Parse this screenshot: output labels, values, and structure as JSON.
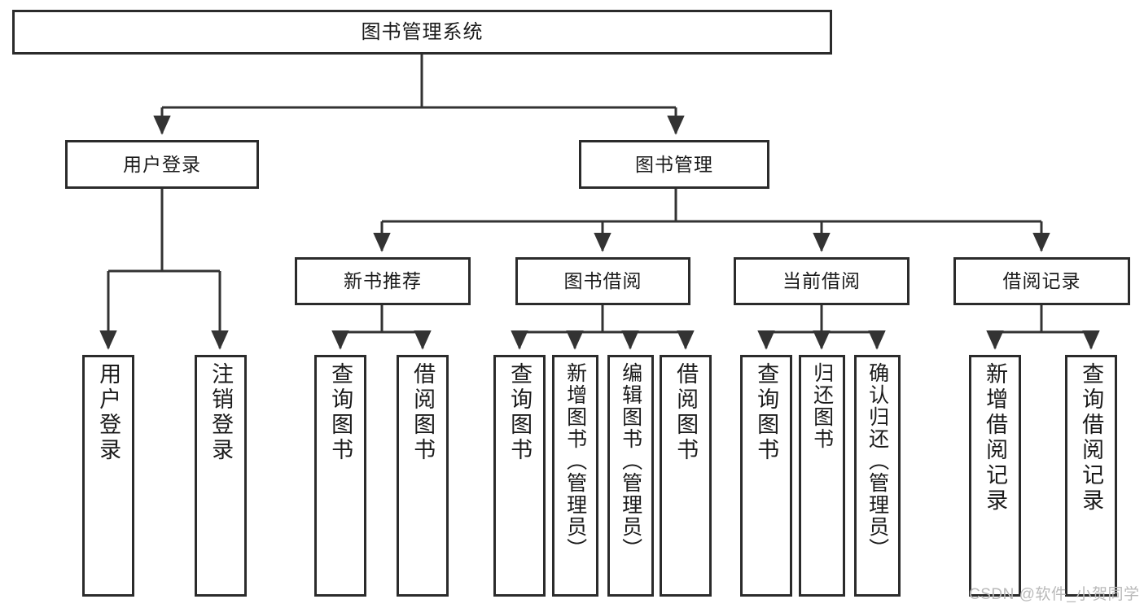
{
  "diagram": {
    "title": "图书管理系统",
    "type": "tree-hierarchy-diagram",
    "watermark": "CSDN @软件_小贺同学",
    "colors": {
      "box_border": "#2b2b2b",
      "box_fill": "#ffffff",
      "edge": "#333333",
      "text": "#1a1a1a",
      "watermark": "#b9b9b9"
    },
    "nodes": {
      "root": {
        "label": "图书管理系统"
      },
      "level2": [
        {
          "id": "user-login",
          "label": "用户登录"
        },
        {
          "id": "book-management",
          "label": "图书管理"
        }
      ],
      "level3": [
        {
          "id": "new-book-recommend",
          "label": "新书推荐"
        },
        {
          "id": "book-borrow",
          "label": "图书借阅"
        },
        {
          "id": "current-borrow",
          "label": "当前借阅"
        },
        {
          "id": "borrow-record",
          "label": "借阅记录"
        }
      ],
      "leaves": {
        "user_login": [
          {
            "id": "leaf-user-login",
            "label": "用户登录"
          },
          {
            "id": "leaf-logout-login",
            "label": "注销登录"
          }
        ],
        "new_book_recommend": [
          {
            "id": "leaf-query-book-1",
            "label": "查询图书"
          },
          {
            "id": "leaf-borrow-book-1",
            "label": "借阅图书"
          }
        ],
        "book_borrow": [
          {
            "id": "leaf-query-book-2",
            "label": "查询图书"
          },
          {
            "id": "leaf-add-book-admin",
            "label": "新增图书（管理员）"
          },
          {
            "id": "leaf-edit-book-admin",
            "label": "编辑图书（管理员）"
          },
          {
            "id": "leaf-borrow-book-2",
            "label": "借阅图书"
          }
        ],
        "current_borrow": [
          {
            "id": "leaf-query-book-3",
            "label": "查询图书"
          },
          {
            "id": "leaf-return-book",
            "label": "归还图书"
          },
          {
            "id": "leaf-confirm-return-admin",
            "label": "确认归还（管理员）"
          }
        ],
        "borrow_record": [
          {
            "id": "leaf-add-borrow-record",
            "label": "新增借阅记录"
          },
          {
            "id": "leaf-query-borrow-record",
            "label": "查询借阅记录"
          }
        ]
      }
    }
  }
}
